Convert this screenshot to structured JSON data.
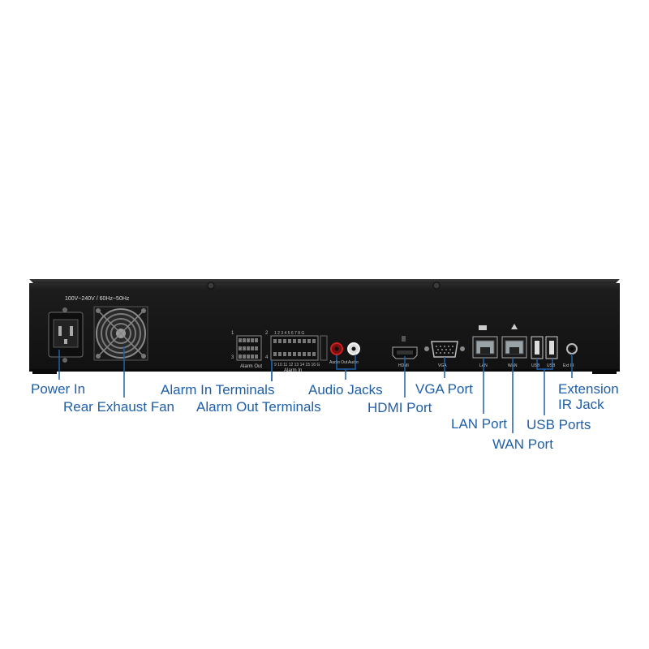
{
  "device": {
    "power_rating": "100V~240V / 60Hz~50Hz",
    "port_labels": {
      "alarm_out": "Alarm Out",
      "alarm_in": "Alarm In",
      "audio_out": "Audio Out",
      "audio_in": "Audio",
      "hdmi": "HDMI",
      "vga": "VGA",
      "lan": "LAN",
      "wan": "WAN",
      "usb": "USB",
      "usb2": "USB",
      "ext_ir": "Ext IR"
    }
  },
  "callouts": {
    "power_in": "Power In",
    "rear_exhaust_fan": "Rear Exhaust Fan",
    "alarm_in_terminals": "Alarm In Terminals",
    "alarm_out_terminals": "Alarm Out Terminals",
    "audio_jacks": "Audio Jacks",
    "hdmi_port": "HDMI Port",
    "vga_port": "VGA Port",
    "lan_port": "LAN Port",
    "wan_port": "WAN Port",
    "usb_ports": "USB Ports",
    "extension_ir_jack_line1": "Extension",
    "extension_ir_jack_line2": "IR Jack"
  },
  "colors": {
    "callout_text": "#1f5fa8",
    "leader_line": "#1f5fa8",
    "chassis": "#1b1b1b"
  }
}
